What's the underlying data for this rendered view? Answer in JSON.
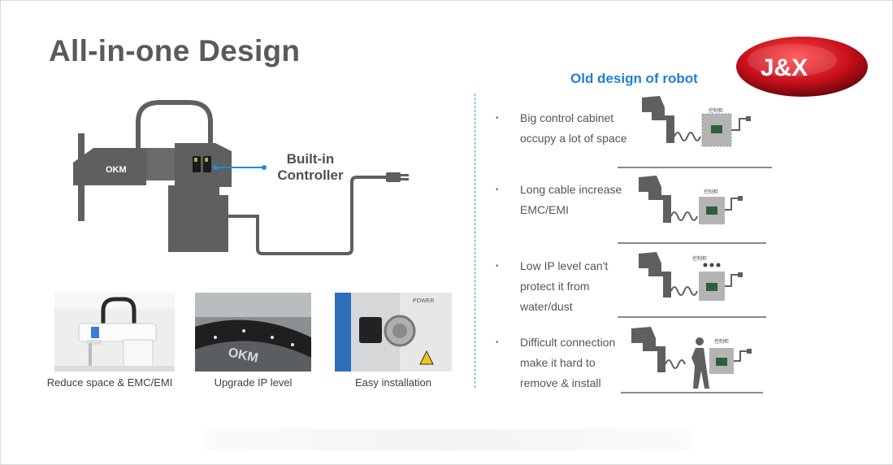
{
  "slide": {
    "title": "All-in-one Design",
    "logo_text": "J&X",
    "brand_text": "OKM",
    "callout": "Built-in Controller",
    "old_design_title": "Old design of robot",
    "cabinet_label": "控制柜",
    "power_label": "POWER"
  },
  "thumbnails": [
    {
      "caption": "Reduce space & EMC/EMI"
    },
    {
      "caption": "Upgrade IP level"
    },
    {
      "caption": "Easy installation"
    }
  ],
  "old_design": [
    {
      "bullet": "•",
      "text": "Big control cabinet\noccupy a lot of space"
    },
    {
      "bullet": "•",
      "text": "Long cable increase\nEMC/EMI"
    },
    {
      "bullet": "•",
      "text": "Low IP level can't\nprotect it from\nwater/dust"
    },
    {
      "bullet": "•",
      "text": "Difficult connection\nmake it hard to\nremove & install"
    }
  ],
  "colors": {
    "title": "#5a5a5a",
    "accent_blue": "#1f7fd6",
    "logo_red": "#c8101c",
    "robot_gray": "#5f5f5f"
  }
}
